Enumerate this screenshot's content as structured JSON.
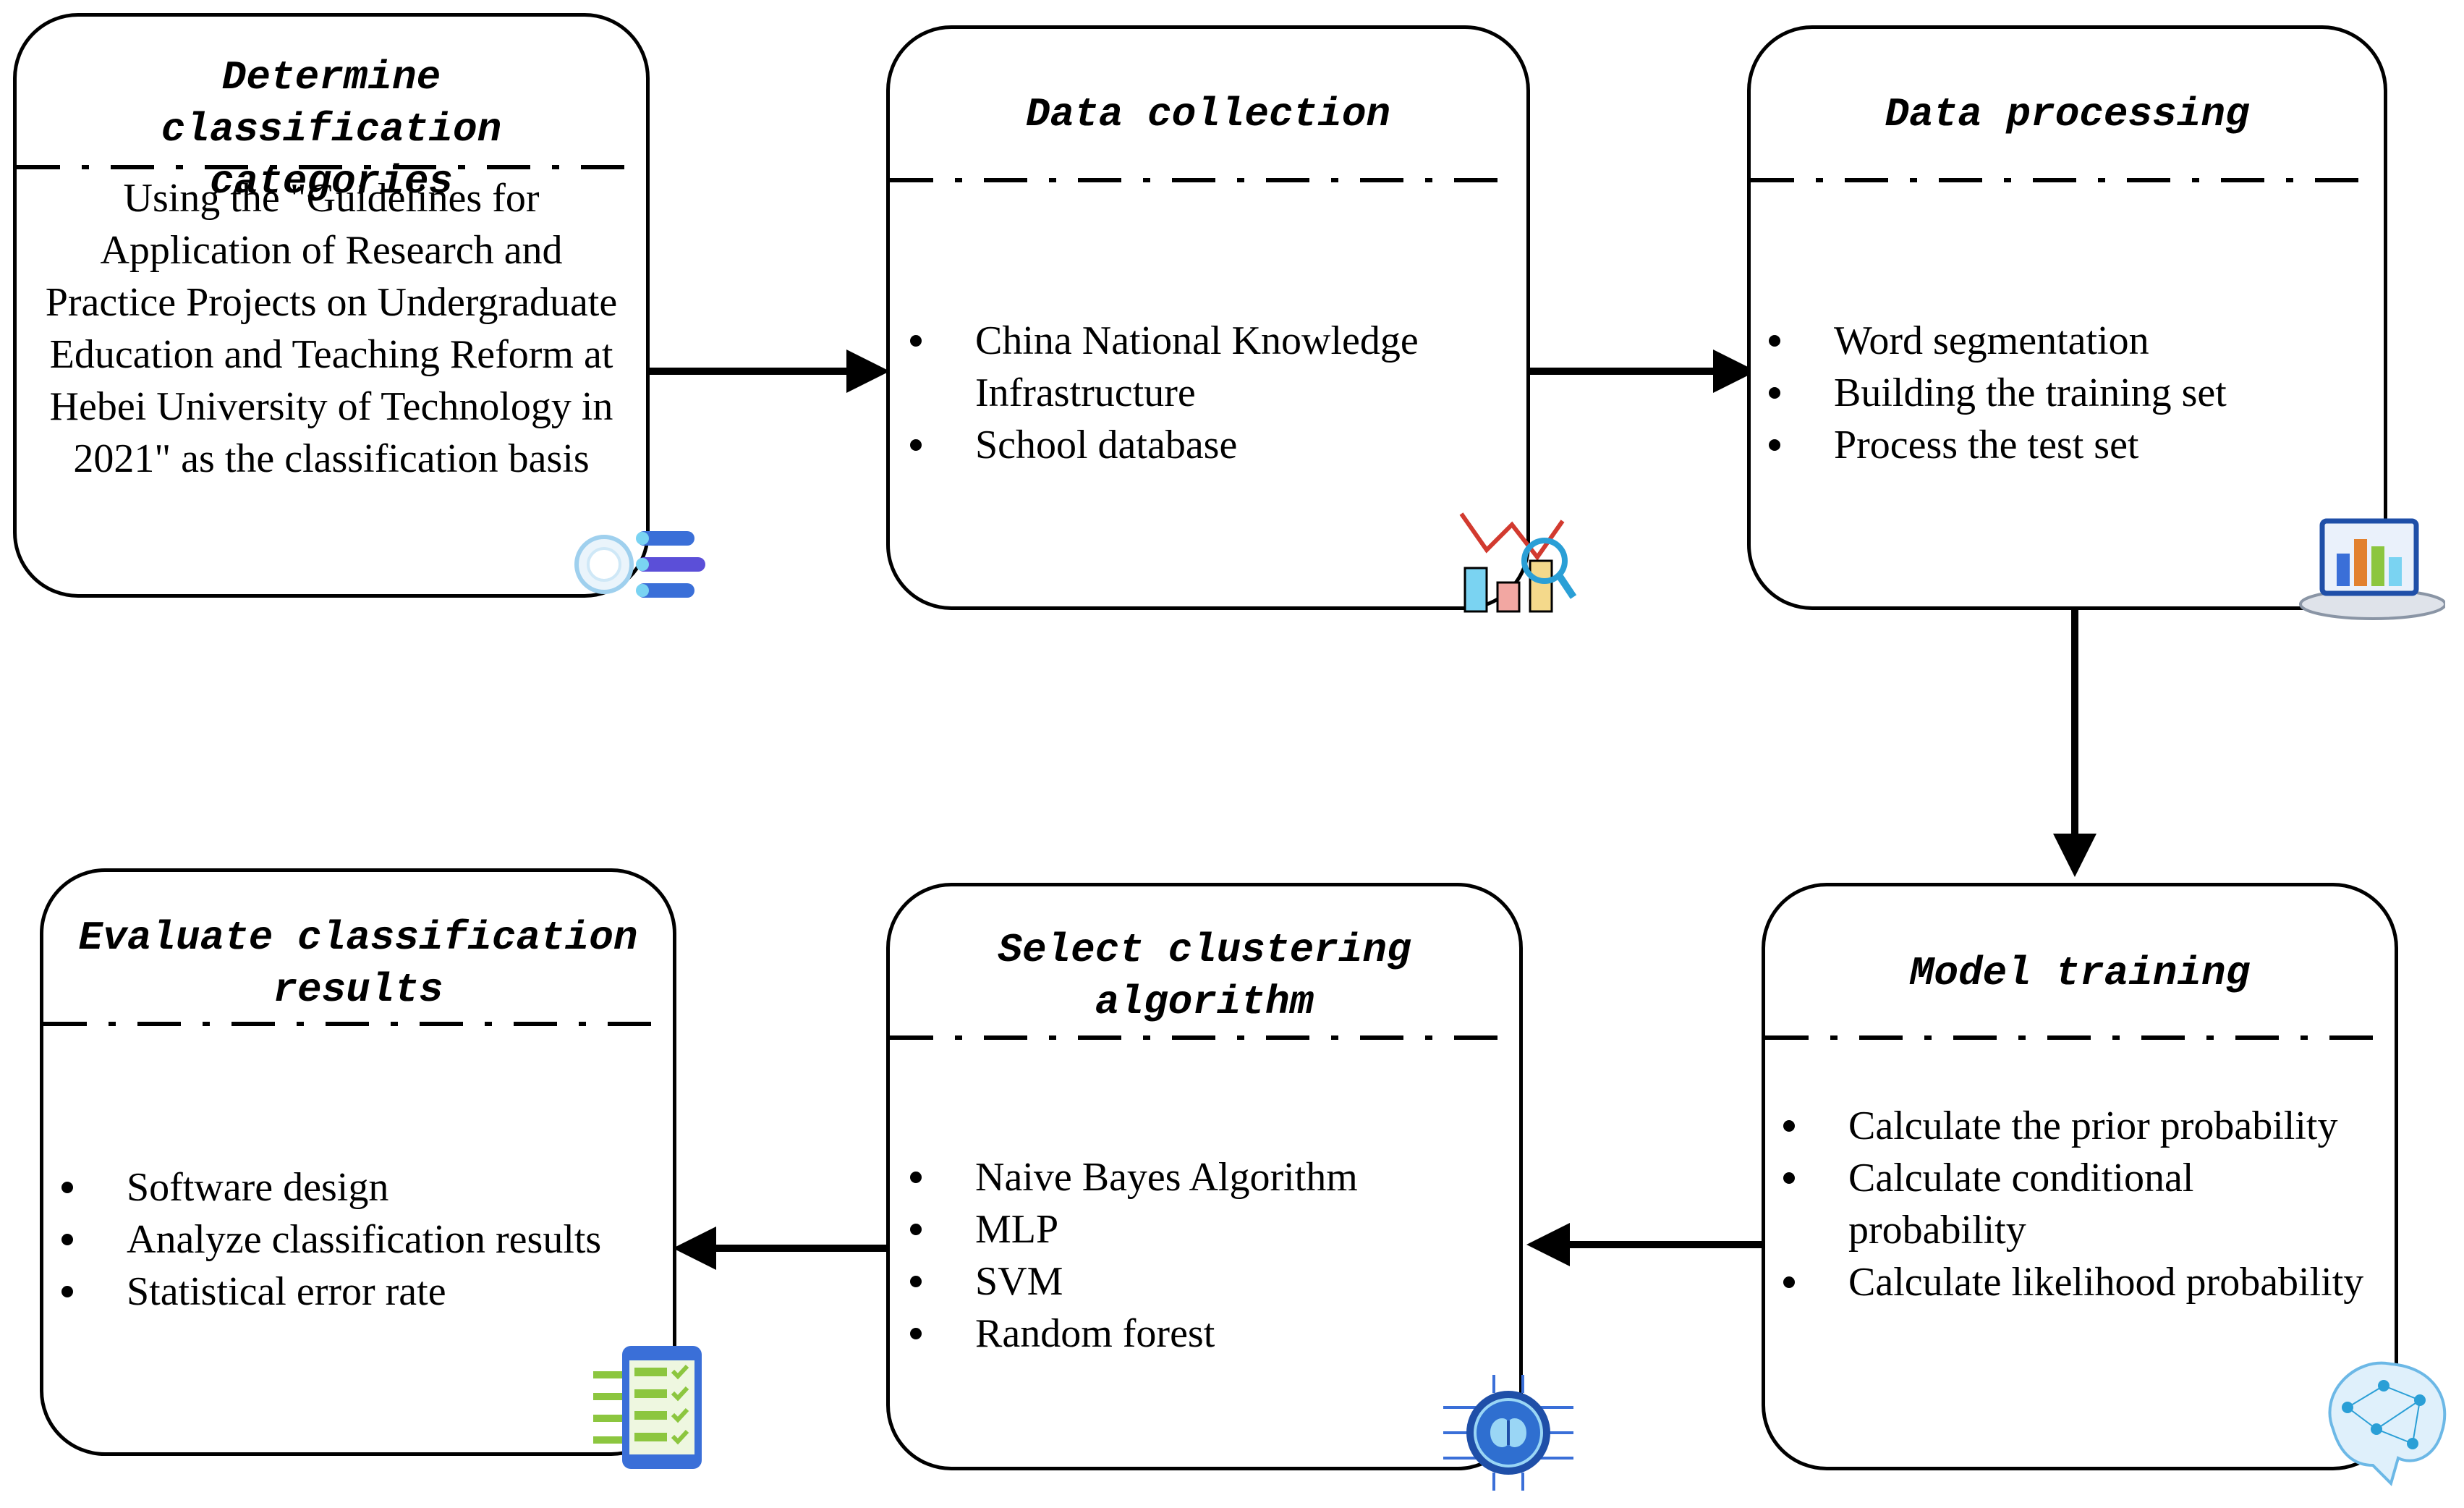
{
  "steps": [
    {
      "title": "Determine classification categories",
      "body": "Using the \"Guidelines for Application of Research and Practice Projects on Undergraduate Education and Teaching Reform at Hebei University of Technology in 2021\" as the classification basis",
      "icon": "search-list-icon"
    },
    {
      "title": "Data collection",
      "items": [
        "China National Knowledge Infrastructure",
        "School database"
      ],
      "icon": "chart-magnifier-icon"
    },
    {
      "title": "Data processing",
      "items": [
        "Word segmentation",
        "Building the training set",
        "Process the test set"
      ],
      "icon": "laptop-bar-chart-icon"
    },
    {
      "title": "Model training",
      "items": [
        "Calculate the prior probability",
        "Calculate conditional probability",
        "Calculate likelihood probability"
      ],
      "icon": "neural-brain-icon"
    },
    {
      "title": "Select clustering algorithm",
      "items": [
        "Naive Bayes Algorithm",
        "MLP",
        "SVM",
        "Random forest"
      ],
      "icon": "ai-brain-chip-icon"
    },
    {
      "title": "Evaluate classification results",
      "items": [
        "Software design",
        "Analyze classification results",
        "Statistical error rate"
      ],
      "icon": "tablet-checklist-icon"
    }
  ],
  "colors": {
    "line": "#000000",
    "icon_blue": "#3a6fd8",
    "icon_green": "#8cc63f",
    "icon_teal": "#2a9fd6"
  }
}
